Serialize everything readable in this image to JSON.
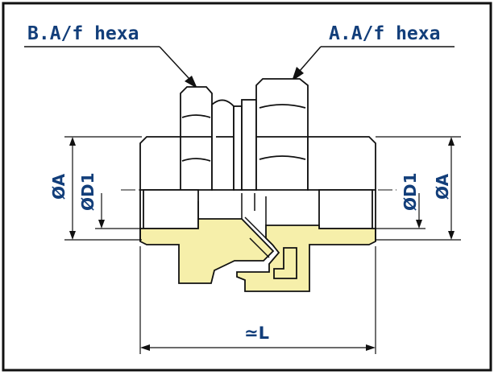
{
  "labels": {
    "left_hexa": "B.A/f hexa",
    "right_hexa": "A.A/f hexa",
    "dia_a_left": "ØA",
    "dia_d1_left": "ØD1",
    "dia_d1_right": "ØD1",
    "dia_a_right": "ØA",
    "length": "≃L"
  },
  "colors": {
    "outline": "#111111",
    "section_fill": "#f6efaa",
    "text": "#123e7a",
    "frame": "#111111",
    "background": "#ffffff"
  }
}
